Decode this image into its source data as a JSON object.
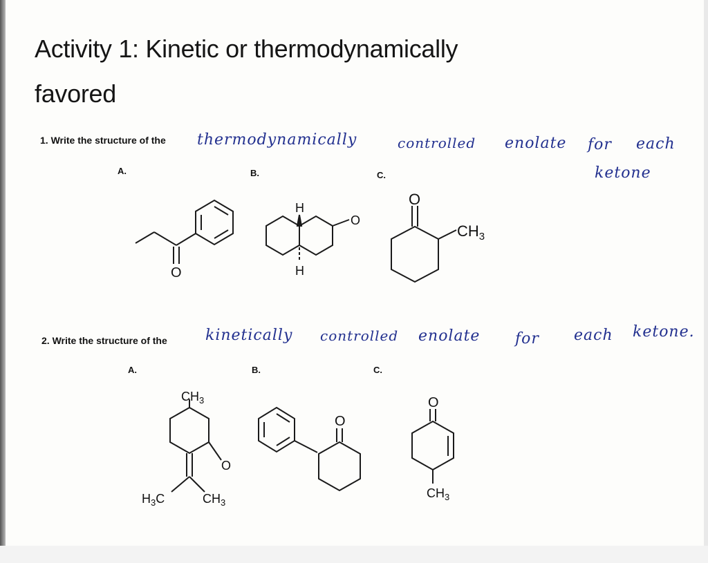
{
  "title": {
    "line1": "Activity 1: Kinetic or thermodynamically",
    "line2": "favored"
  },
  "q1": {
    "prompt": "1. Write the structure of the",
    "handwriting": [
      "thermodynamically",
      "controlled",
      "enolate",
      "for",
      "each",
      "ketone"
    ],
    "labels": [
      "A.",
      "B.",
      "C."
    ]
  },
  "q2": {
    "prompt": "2. Write the structure of the",
    "handwriting": [
      "kinetically",
      "controlled",
      "enolate",
      "for",
      "each",
      "ketone."
    ],
    "labels": [
      "A.",
      "B.",
      "C."
    ]
  },
  "atoms": {
    "oxygen": "O",
    "hydrogen": "H",
    "methyl_c": "CH",
    "subscript_3": "3",
    "h3c_h": "H",
    "h3c_c": "C"
  }
}
